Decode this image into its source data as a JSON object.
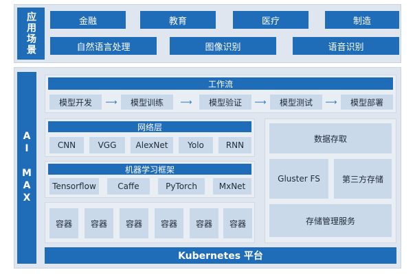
{
  "app_scenarios": {
    "label": "应用场景",
    "row1": [
      "金融",
      "教育",
      "医疗",
      "制造"
    ],
    "row2": [
      "自然语言处理",
      "图像识别",
      "语音识别"
    ]
  },
  "ai_max": {
    "label": "AI MAX",
    "workflow": {
      "title": "工作流",
      "steps": [
        "模型开发",
        "模型训练",
        "模型验证",
        "模型测试",
        "模型部署"
      ],
      "arrow": "⟶"
    },
    "network_layer": {
      "title": "网络层",
      "items": [
        "CNN",
        "VGG",
        "AlexNet",
        "Yolo",
        "RNN"
      ]
    },
    "ml_framework": {
      "title": "机器学习框架",
      "items": [
        "Tensorflow",
        "Caffe",
        "PyTorch",
        "MxNet"
      ]
    },
    "containers": {
      "items": [
        "容器",
        "容器",
        "容器",
        "容器",
        "容器",
        "容器"
      ]
    },
    "storage": {
      "access": "数据存取",
      "gluster": "Gluster FS",
      "third_party": "第三方存储",
      "management": "存储管理服务"
    },
    "platform": "Kubernetes 平台"
  },
  "colors": {
    "primary_blue": "#1f6cb8",
    "light_blue": "#c9d9ea",
    "panel_bg": "#dfe6ef"
  }
}
